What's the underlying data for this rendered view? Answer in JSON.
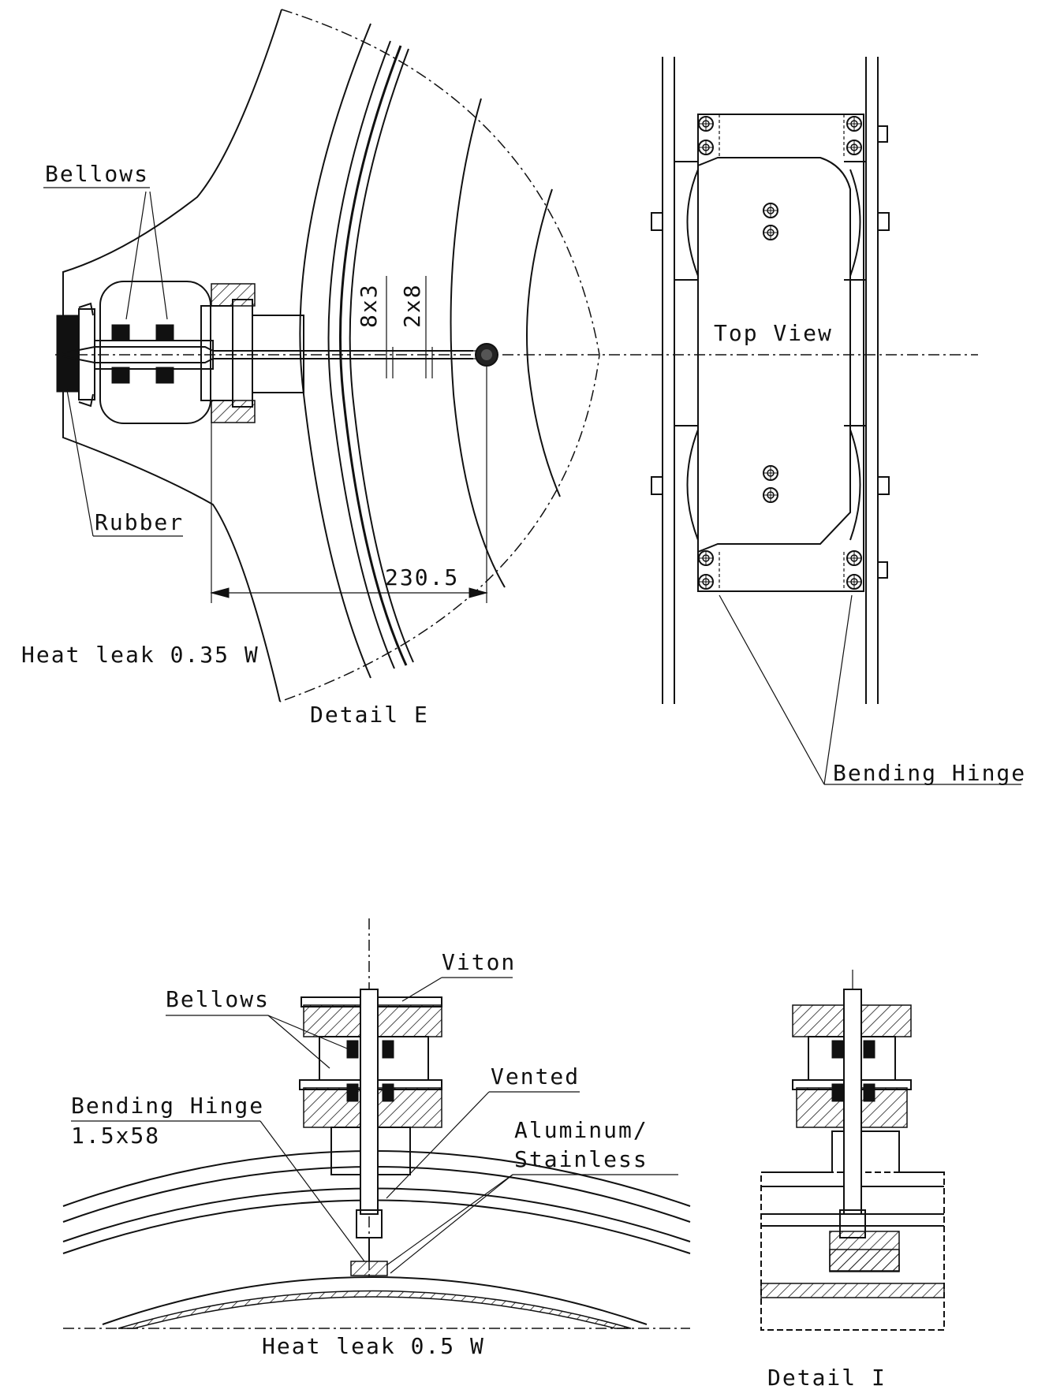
{
  "labels": {
    "bellows_top": "Bellows",
    "rubber": "Rubber",
    "dim_230": "230.5",
    "dim_8x3": "8x3",
    "dim_2x8": "2x8",
    "heat_leak_top": "Heat leak 0.35 W",
    "detail_e": "Detail E",
    "top_view": "Top View",
    "bending_hinge_top": "Bending Hinge",
    "viton": "Viton",
    "bellows_bottom": "Bellows",
    "vented": "Vented",
    "bending_hinge_bottom": "Bending Hinge",
    "bending_hinge_dim": "1.5x58",
    "aluminum": "Aluminum/",
    "stainless": "Stainless",
    "heat_leak_bottom": "Heat leak 0.5 W",
    "detail_i": "Detail I"
  }
}
